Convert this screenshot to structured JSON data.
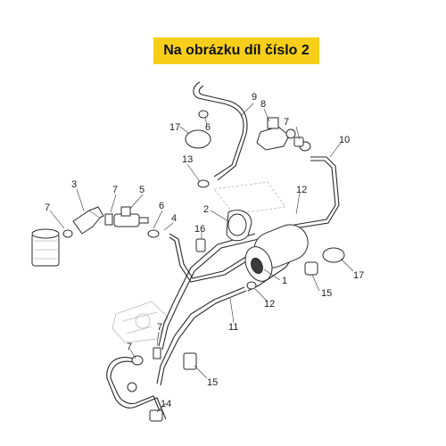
{
  "banner": {
    "text": "Na obrázku díl číslo 2"
  },
  "callouts": {
    "c1": "1",
    "c2": "2",
    "c3": "3",
    "c4": "4",
    "c5": "5",
    "c6a": "6",
    "c6b": "6",
    "c7a": "7",
    "c7b": "7",
    "c7c": "7",
    "c7d": "7",
    "c7e": "7",
    "c8": "8",
    "c9": "9",
    "c10": "10",
    "c11": "11",
    "c12a": "12",
    "c12b": "12",
    "c13": "13",
    "c14": "14",
    "c15a": "15",
    "c15b": "15",
    "c16": "16",
    "c17a": "17",
    "c17b": "17"
  },
  "colors": {
    "banner": "#f7cf1a",
    "line": "#2a2a2a"
  }
}
